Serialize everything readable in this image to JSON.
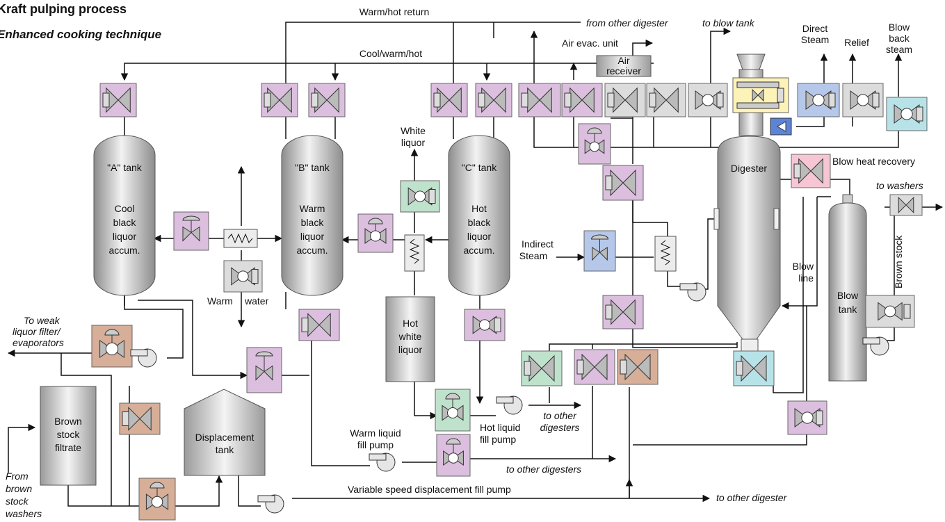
{
  "title": "Kraft pulping process",
  "subtitle": "Enhanced cooking technique",
  "colors": {
    "purple": "#dcbfdf",
    "green": "#bfe2cc",
    "tan": "#d7ae98",
    "grey": "#dcdcdc",
    "blue": "#b6c8ea",
    "cyan": "#b7e3e8",
    "pink": "#f6c6d4",
    "yellow": "#fdf3b8",
    "blue_dark": "#5d83d6"
  },
  "tanks": {
    "a_name": "\"A\" tank",
    "a_desc": [
      "Cool",
      "black",
      "liquor",
      "accum."
    ],
    "b_name": "\"B\" tank",
    "b_desc": [
      "Warm",
      "black",
      "liquor",
      "accum."
    ],
    "c_name": "\"C\" tank",
    "c_desc": [
      "Hot",
      "black",
      "liquor",
      "accum."
    ],
    "digester": "Digester",
    "blow_tank": [
      "Blow",
      "tank"
    ],
    "hot_white_liquor": [
      "Hot",
      "white",
      "liquor"
    ],
    "brown_stock_filtrate": [
      "Brown",
      "stock",
      "filtrate"
    ],
    "displacement_tank": [
      "Displacement",
      "tank"
    ]
  },
  "labels": {
    "warm_hot_return": "Warm/hot return",
    "cool_warm_hot": "Cool/warm/hot",
    "from_other_digester": "from other digester",
    "to_blow_tank": "to blow tank",
    "air_evac_unit": "Air evac. unit",
    "air_receiver": [
      "Air",
      "receiver"
    ],
    "direct_steam": [
      "Direct",
      "Steam"
    ],
    "relief": "Relief",
    "blow_back_steam": [
      "Blow",
      "back",
      "steam"
    ],
    "blow_heat_recovery": "Blow heat recovery",
    "to_washers": "to washers",
    "brown_stock": "Brown stock",
    "white_liquor": [
      "White",
      "liquor"
    ],
    "indirect_steam": [
      "Indirect",
      "Steam"
    ],
    "blow_line": [
      "Blow",
      "line"
    ],
    "warm": "Warm",
    "water": "water",
    "to_weak_liquor": [
      "To  weak",
      "liquor filter/",
      "evaporators"
    ],
    "from_brown_stock_washers": [
      "From",
      "brown",
      "stock",
      "washers"
    ],
    "warm_liquid_fill_pump": [
      "Warm liquid",
      "fill pump"
    ],
    "hot_liquid_fill_pump": [
      "Hot liquid",
      "fill pump"
    ],
    "to_other_digesters_a": [
      "to other",
      "digesters"
    ],
    "to_other_digesters_b": "to other digesters",
    "variable_speed_pump": "Variable speed displacement fill pump",
    "to_other_digester": "to other digester"
  }
}
